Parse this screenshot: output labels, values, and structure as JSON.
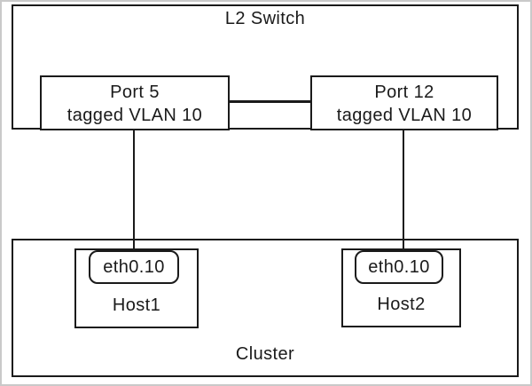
{
  "diagram": {
    "switch": {
      "label": "L2 Switch"
    },
    "ports": [
      {
        "line1": "Port 5",
        "line2": "tagged VLAN 10"
      },
      {
        "line1": "Port 12",
        "line2": "tagged VLAN 10"
      }
    ],
    "cluster": {
      "label": "Cluster"
    },
    "hosts": [
      {
        "name": "Host1",
        "interface": "eth0.10"
      },
      {
        "name": "Host2",
        "interface": "eth0.10"
      }
    ],
    "colors": {
      "line": "#1a1a1a",
      "background": "#ffffff",
      "frame": "#c9c9c9"
    }
  }
}
